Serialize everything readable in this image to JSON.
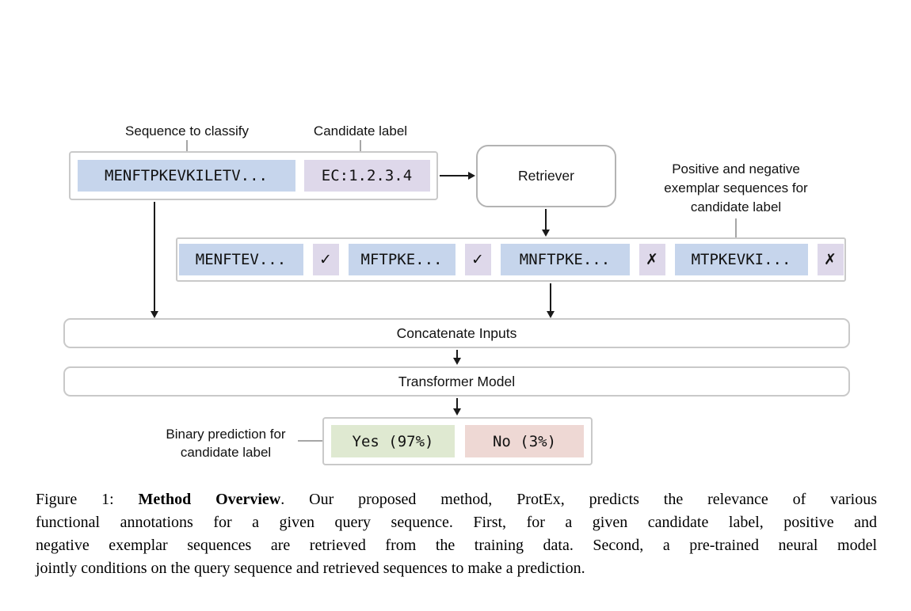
{
  "figure": {
    "query": {
      "sequence_label": "Sequence to classify",
      "candidate_label": "Candidate label",
      "sequence_value": "MENFTPKEVKILETV...",
      "candidate_value": "EC:1.2.3.4"
    },
    "retriever_label": "Retriever",
    "exemplar_caption": {
      "line1": "Positive and negative",
      "line2": "exemplar sequences for",
      "line3": "candidate label"
    },
    "exemplars": {
      "items": [
        {
          "sequence": "MENFTEV...",
          "mark": "✓"
        },
        {
          "sequence": "MFTPKE...",
          "mark": "✓"
        },
        {
          "sequence": "MNFTPKE...",
          "mark": "✗"
        },
        {
          "sequence": "MTPKEVKI...",
          "mark": "✗"
        }
      ]
    },
    "concatenate_label": "Concatenate Inputs",
    "transformer_label": "Transformer Model",
    "prediction": {
      "label_line1": "Binary prediction for",
      "label_line2": "candidate label",
      "yes_value": "Yes (97%)",
      "no_value": "No (3%)"
    }
  },
  "caption": {
    "figure_prefix": "Figure 1: ",
    "bold_title": "Method Overview",
    "mid": ". Our proposed method, ",
    "method_name": "ProtEx",
    "line1_suffix": ", predicts the relevance of various",
    "line2": "functional annotations for a given query sequence. First, for a given candidate label, positive and",
    "line3": "negative exemplar sequences are retrieved from the training data. Second, a pre-trained neural model",
    "line4": "jointly conditions on the query sequence and retrieved sequences to make a prediction."
  },
  "colors": {
    "sequence_fill": "#c6d5ec",
    "label_fill": "#ded8ea",
    "yes_fill": "#dfe9d1",
    "no_fill": "#eed8d4"
  }
}
